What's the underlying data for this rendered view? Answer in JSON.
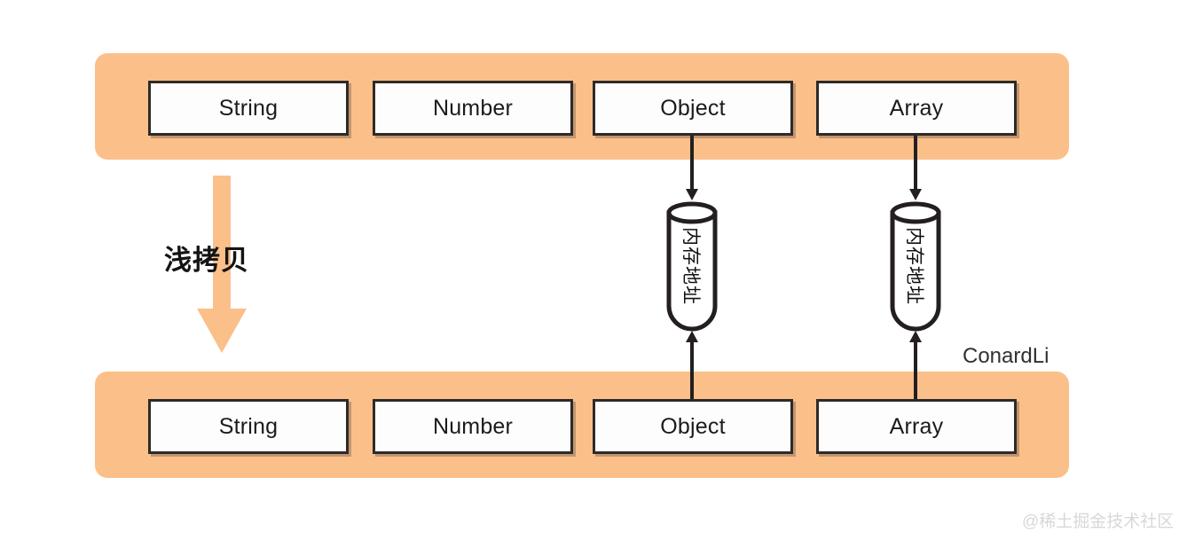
{
  "diagram": {
    "title_label": "浅拷贝",
    "author_watermark": "ConardLi",
    "site_watermark": "@稀土掘金技术社区",
    "colors": {
      "band": "#fbc08a",
      "arrow": "#fbc08a",
      "box_border": "#2e2a28",
      "box_fill": "#fdfdfd",
      "stroke": "#231f20",
      "watermark": "#d8d8d8"
    },
    "rows": [
      {
        "name": "source-row",
        "boxes": [
          {
            "label": "String"
          },
          {
            "label": "Number"
          },
          {
            "label": "Object"
          },
          {
            "label": "Array"
          }
        ]
      },
      {
        "name": "copy-row",
        "boxes": [
          {
            "label": "String"
          },
          {
            "label": "Number"
          },
          {
            "label": "Object"
          },
          {
            "label": "Array"
          }
        ]
      }
    ],
    "memory_cells": [
      {
        "label": "内存地址"
      },
      {
        "label": "内存地址"
      }
    ]
  }
}
